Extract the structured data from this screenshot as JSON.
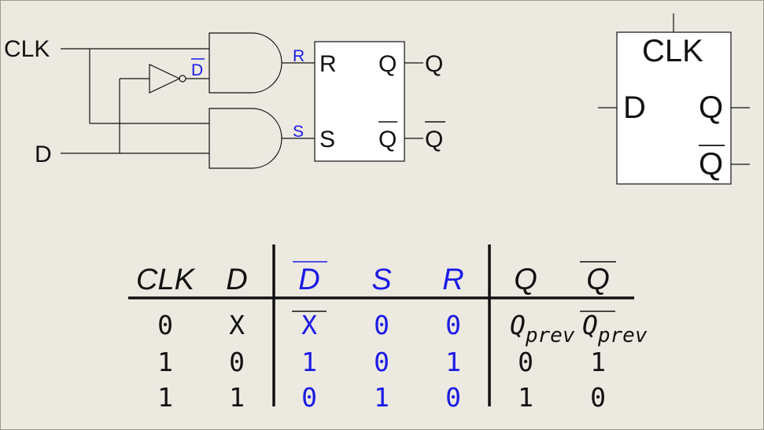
{
  "colors": {
    "background": "#ece9e1",
    "ink": "#111111",
    "accent_blue": "#1a1ae6",
    "box_fill": "#ffffff"
  },
  "circuit": {
    "input_clk": "CLK",
    "input_d": "D",
    "inverter_out": "D",
    "wire_r": "R",
    "wire_s": "S",
    "latch_r": "R",
    "latch_s": "S",
    "latch_q": "Q",
    "latch_qbar": "Q",
    "out_q": "Q",
    "out_qbar": "Q"
  },
  "symbol": {
    "clk": "CLK",
    "d": "D",
    "q": "Q",
    "qbar": "Q"
  },
  "truth_table": {
    "headers": [
      "CLK",
      "D",
      "D",
      "S",
      "R",
      "Q",
      "Q"
    ],
    "rows": [
      {
        "clk": "0",
        "d": "X",
        "dbar": "X",
        "s": "0",
        "r": "0",
        "q": "Q",
        "q_sub": "prev",
        "qbar": "Q",
        "qbar_sub": "prev"
      },
      {
        "clk": "1",
        "d": "0",
        "dbar": "1",
        "s": "0",
        "r": "1",
        "q": "0",
        "qbar": "1"
      },
      {
        "clk": "1",
        "d": "1",
        "dbar": "0",
        "s": "1",
        "r": "0",
        "q": "1",
        "qbar": "0"
      }
    ]
  }
}
